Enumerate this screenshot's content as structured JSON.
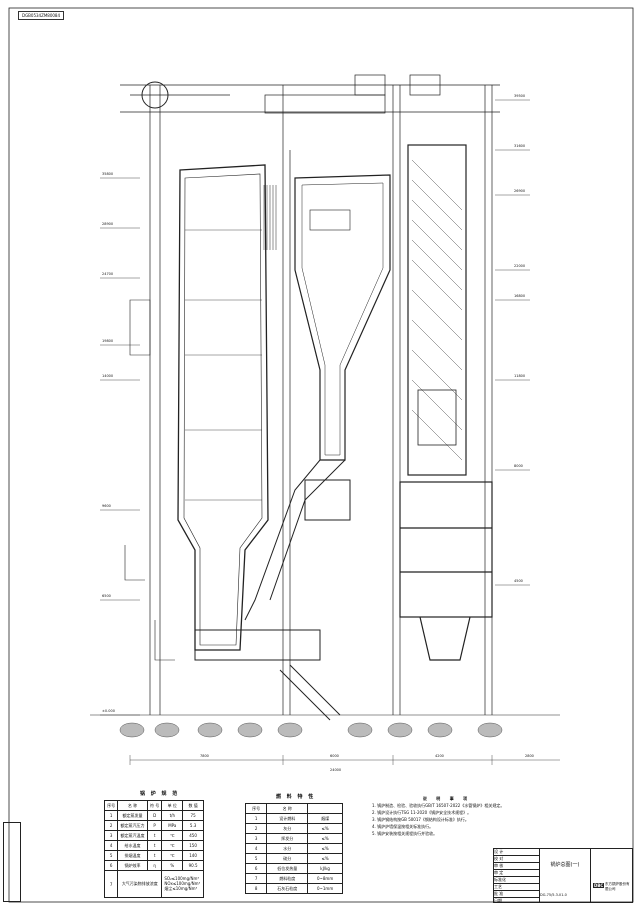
{
  "stamp": "DGB0534ZM80084",
  "title_block": {
    "drawing_title": "锅炉总图(一)",
    "drawing_number": "DG-75/5.3-II1-0",
    "company": "东方锅炉股份有限公司",
    "logo": "DBC",
    "rows": [
      "设 计",
      "校 对",
      "审 核",
      "审 定",
      "标准化",
      "工艺",
      "批 准",
      "日期"
    ]
  },
  "boiler_specs": {
    "caption": "锅 炉 规 范",
    "headers": [
      "序号",
      "名 称",
      "符 号",
      "单 位",
      "数 值"
    ],
    "rows": [
      [
        "1",
        "额定蒸发量",
        "D",
        "t/h",
        "75"
      ],
      [
        "2",
        "额定蒸汽压力",
        "P",
        "MPa",
        "5.3"
      ],
      [
        "3",
        "额定蒸汽温度",
        "t",
        "℃",
        "450"
      ],
      [
        "4",
        "给水温度",
        "t",
        "℃",
        "150"
      ],
      [
        "5",
        "排烟温度",
        "t",
        "℃",
        "140"
      ],
      [
        "6",
        "锅炉效率",
        "η",
        "%",
        "90.5"
      ]
    ],
    "row7": {
      "no": "7",
      "name": "大气污染物排放浓度",
      "value1": "SO₂≤100mg/Nm³",
      "value2": "NOx≤100mg/Nm³",
      "value3": "烟尘≤10mg/Nm³"
    }
  },
  "fuel_table": {
    "caption": "燃 料 特 性",
    "headers": [
      "序号",
      "名 称",
      ""
    ],
    "rows": [
      [
        "1",
        "设计燃料",
        "烟煤"
      ],
      [
        "2",
        "灰分",
        "≤%"
      ],
      [
        "3",
        "挥发分",
        "≤%"
      ],
      [
        "4",
        "水分",
        "≤%"
      ],
      [
        "5",
        "硫分",
        "≤%"
      ],
      [
        "6",
        "低位发热量",
        "kJ/kg"
      ],
      [
        "7",
        "燃料粒度",
        "0~8mm"
      ],
      [
        "8",
        "石灰石粒度",
        "0~1mm"
      ]
    ]
  },
  "notes": {
    "heading": "说 明 事 项",
    "items": [
      "1. 锅炉制造、检验、验收执行GB/T 16507-2022《水管锅炉》相关规定。",
      "2. 锅炉设计执行TSG 11-2020《锅炉安全技术规程》。",
      "3. 锅炉钢结构按GB 50017《钢结构设计标准》执行。",
      "4. 锅炉炉墙保温按相关标准执行。",
      "5. 锅炉安装按相关规程执行并验收。"
    ]
  },
  "elevations": [
    "39500",
    "35800",
    "31600",
    "28900",
    "26900",
    "24700",
    "22000",
    "19800",
    "16800",
    "14000",
    "11800",
    "9600",
    "8000",
    "6500",
    "4500",
    "±0.000"
  ],
  "dimensions": [
    "7800",
    "6000",
    "4200",
    "2800",
    "24000"
  ]
}
